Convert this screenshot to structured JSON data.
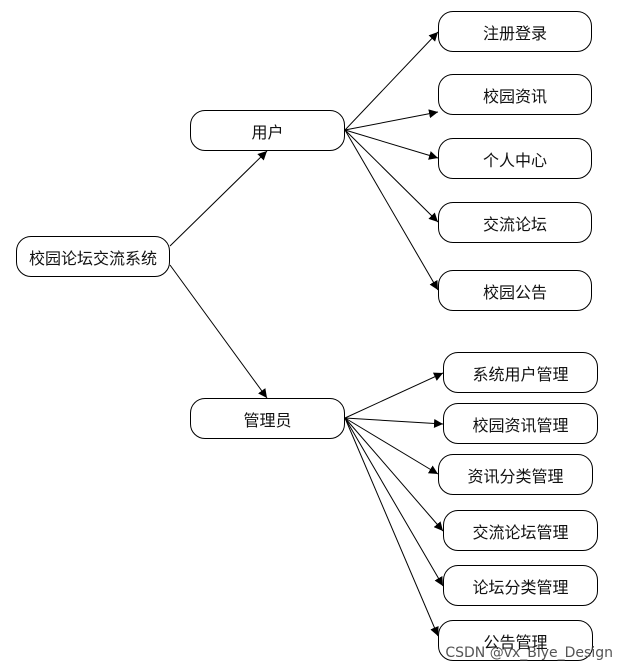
{
  "diagram": {
    "root": "校园论坛交流系统",
    "user": {
      "label": "用户",
      "children": [
        "注册登录",
        "校园资讯",
        "个人中心",
        "交流论坛",
        "校园公告"
      ]
    },
    "admin": {
      "label": "管理员",
      "children": [
        "系统用户管理",
        "校园资讯管理",
        "资讯分类管理",
        "交流论坛管理",
        "论坛分类管理",
        "公告管理"
      ]
    }
  },
  "watermark": "CSDN @vx_Biye_Design"
}
